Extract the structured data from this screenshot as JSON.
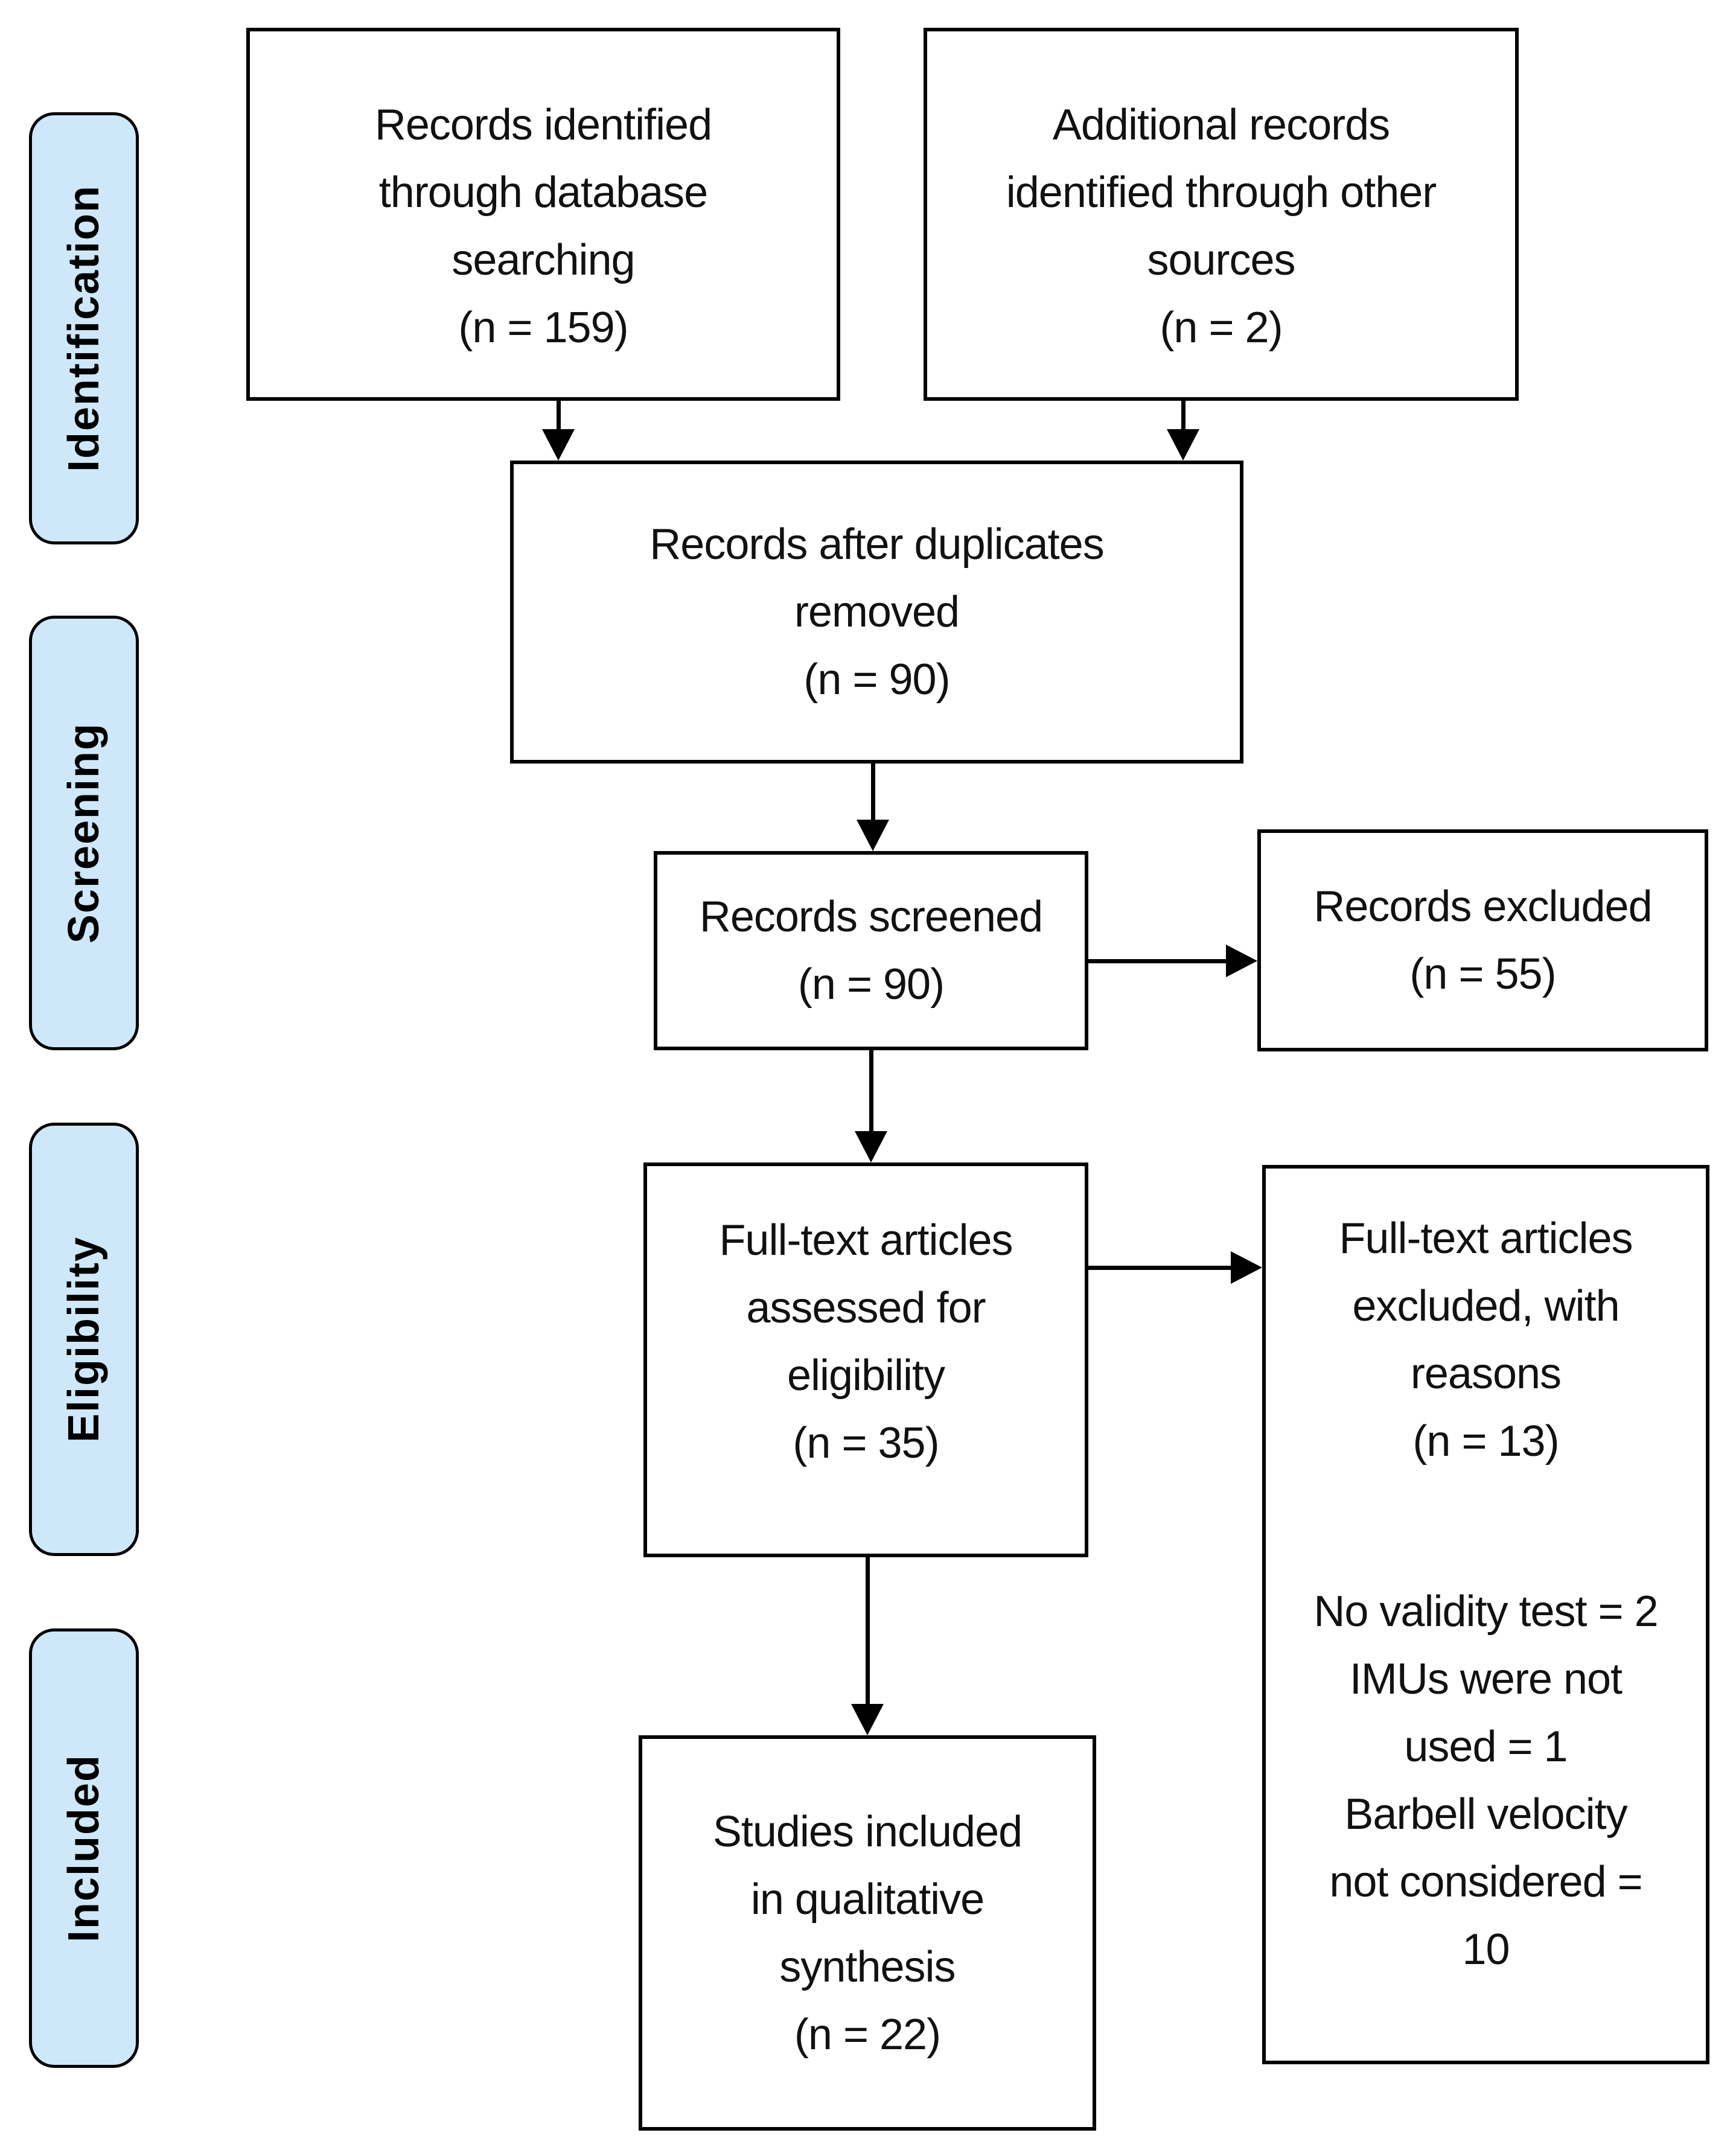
{
  "figure_type": "PRISMA flow diagram",
  "colors": {
    "stage_fill": "#cee8f9",
    "border": "#000000",
    "background": "#ffffff",
    "text": "#111111"
  },
  "stages": {
    "identification": "Identification",
    "screening": "Screening",
    "eligibility": "Eligibility",
    "included": "Included"
  },
  "boxes": {
    "records_identified": {
      "lines": [
        "Records identified",
        "through database",
        "searching",
        "(n = 159)"
      ]
    },
    "additional_records": {
      "lines": [
        "Additional records",
        "identified through other",
        "sources",
        "(n = 2)"
      ]
    },
    "duplicates_removed": {
      "lines": [
        "Records after duplicates",
        "removed",
        "(n = 90)"
      ]
    },
    "records_screened": {
      "lines": [
        "Records screened",
        "(n = 90)"
      ]
    },
    "records_excluded": {
      "lines": [
        "Records excluded",
        "(n = 55)"
      ]
    },
    "fulltext_assessed": {
      "lines": [
        "Full-text articles",
        "assessed for",
        "eligibility",
        "(n = 35)"
      ]
    },
    "fulltext_excluded": {
      "lines": [
        "Full-text articles",
        "excluded, with",
        "reasons",
        "(n = 13)"
      ],
      "reasons": [
        "No validity test = 2",
        "IMUs were not",
        "used = 1",
        "Barbell velocity",
        "not considered =",
        "10"
      ]
    },
    "studies_included": {
      "lines": [
        "Studies included",
        "in qualitative",
        "synthesis",
        "(n = 22)"
      ]
    }
  }
}
